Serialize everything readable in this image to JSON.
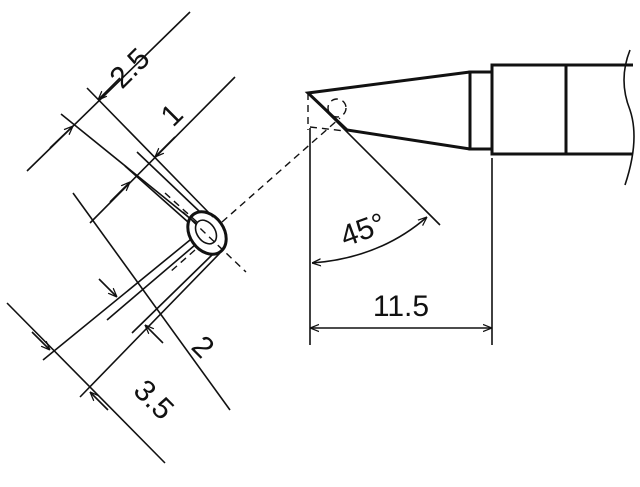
{
  "title": "Soldering tip dimensional drawing",
  "colors": {
    "line": "#111111",
    "background": "#ffffff"
  },
  "dimensions": {
    "width_top": "2.5",
    "bevel_inner": "1",
    "bevel_width": "2",
    "overall_width": "3.5",
    "angle": "45°",
    "length": "11.5"
  }
}
